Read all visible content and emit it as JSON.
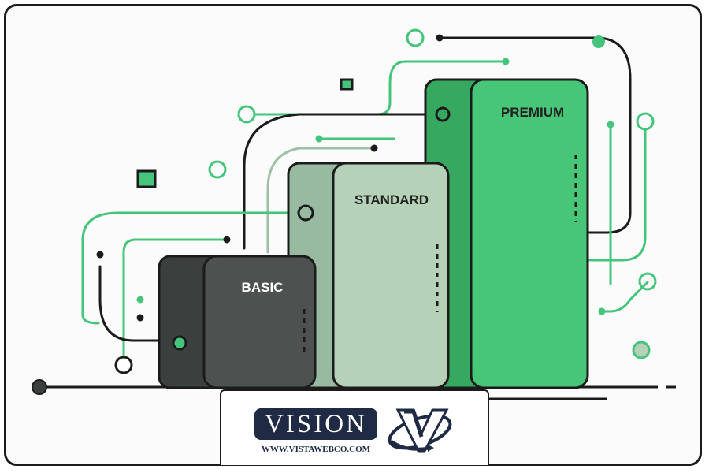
{
  "tiers": {
    "basic": {
      "label": "BASIC"
    },
    "standard": {
      "label": "STANDARD"
    },
    "premium": {
      "label": "PREMIUM"
    }
  },
  "branding": {
    "brand_name": "VISION",
    "website": "WWW.VISTAWEBCO.COM"
  },
  "colors": {
    "basic_front": "#4d5251",
    "basic_back": "#3b3f3e",
    "standard_front": "#b5d1b8",
    "standard_back": "#98baa0",
    "premium_front": "#47c677",
    "premium_back": "#36a85f",
    "circuit_green": "#44c57b",
    "outline": "#1b1b1b",
    "brand_navy": "#1f2a44"
  }
}
